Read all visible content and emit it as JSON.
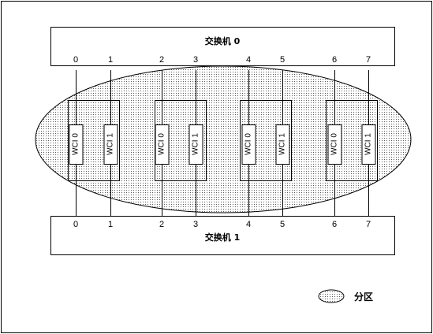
{
  "switches": {
    "top": {
      "label": "交换机 0",
      "ports": [
        "0",
        "1",
        "2",
        "3",
        "4",
        "5",
        "6",
        "7"
      ]
    },
    "bottom": {
      "label": "交换机 1",
      "ports": [
        "0",
        "1",
        "2",
        "3",
        "4",
        "5",
        "6",
        "7"
      ]
    }
  },
  "boards": [
    {
      "wci": [
        "WCI 0",
        "WCI 1"
      ]
    },
    {
      "wci": [
        "WCI 0",
        "WCI 1"
      ]
    },
    {
      "wci": [
        "WCI 0",
        "WCI 1"
      ]
    },
    {
      "wci": [
        "WCI 0",
        "WCI 1"
      ]
    }
  ],
  "legend": {
    "label": "分区"
  },
  "colors": {
    "line": "#000000",
    "background": "#ffffff",
    "partition_fill": "dotted-pattern"
  }
}
